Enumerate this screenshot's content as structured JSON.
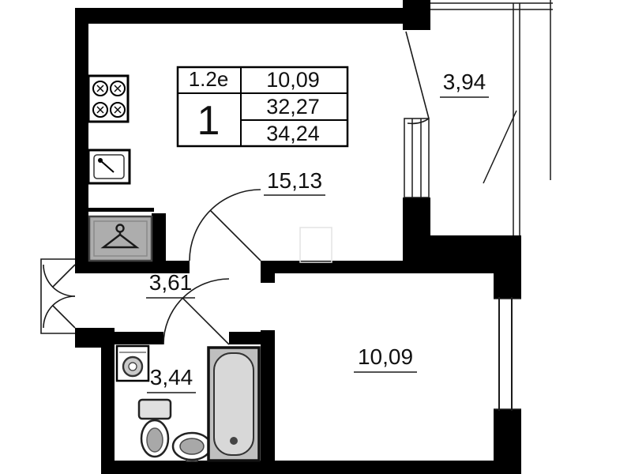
{
  "title_block": {
    "flat_type": "1.2е",
    "room_area": "10,09",
    "rooms_count": "1",
    "total_area": "32,27",
    "total_area_with_balcony": "34,24"
  },
  "room_labels": {
    "living_kitchen": "15,13",
    "balcony": "3,94",
    "hallway": "3,61",
    "bathroom": "3,44",
    "bedroom": "10,09"
  },
  "fixtures": [
    "stove-icon",
    "kitchen-sink-icon",
    "wardrobe-hanger-icon",
    "washing-machine-icon",
    "toilet-icon",
    "washbasin-icon",
    "bathtub-icon"
  ],
  "colors": {
    "wall": "#000000",
    "background": "#ffffff",
    "fixture_gray": "#bfbfbf"
  }
}
